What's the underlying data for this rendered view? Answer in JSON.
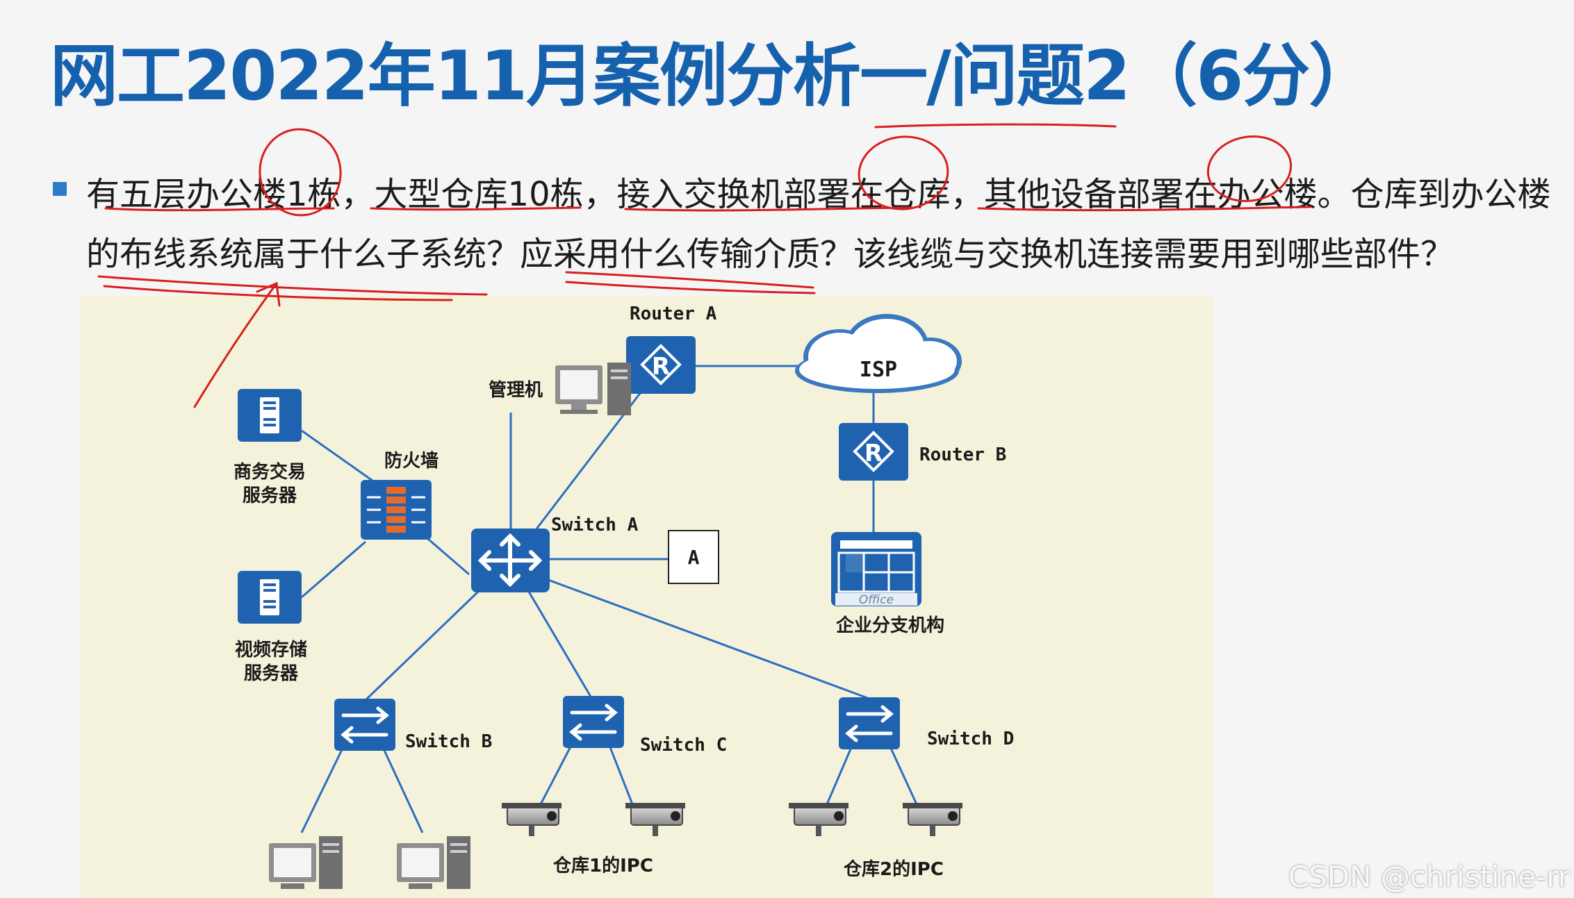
{
  "title": "网工2022年11月案例分析一/问题2（6分）",
  "question": {
    "line1": "有五层办公楼1栋，大型仓库10栋，接入交换机部署在仓库，其他设备部署在办公楼。仓库到办公楼",
    "line2": "的布线系统属于什么子系统？应采用什么传输介质？该线缆与交换机连接需要用到哪些部件？"
  },
  "diagram": {
    "router_a": "Router A",
    "router_b": "Router B",
    "isp": "ISP",
    "switch_a": "Switch A",
    "switch_b": "Switch B",
    "switch_c": "Switch C",
    "switch_d": "Switch D",
    "firewall": "防火墙",
    "mgmt_pc": "管理机",
    "server_trade_l1": "商务交易",
    "server_trade_l2": "服务器",
    "server_video_l1": "视频存储",
    "server_video_l2": "服务器",
    "device_a": "A",
    "branch": "企业分支机构",
    "office_logo": "Office",
    "ipc_wh1": "仓库1的IPC",
    "ipc_wh2": "仓库2的IPC"
  },
  "watermark": "CSDN @christine-rr",
  "colors": {
    "title": "#1561ad",
    "diagram_bg": "#f5f2dc",
    "device_blue": "#1f63b0",
    "link": "#2a6fbf",
    "annotation": "#d81e1e",
    "firewall_brick": "#e56b2c"
  }
}
